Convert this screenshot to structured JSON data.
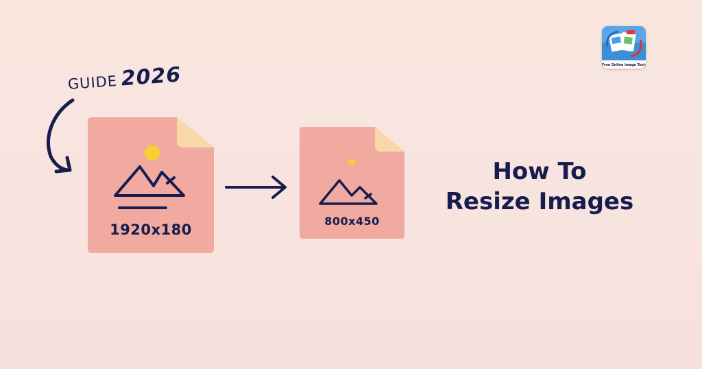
{
  "guide": {
    "word": "GUIDE",
    "year": "2026"
  },
  "files": {
    "original": {
      "dimensions": "1920x180"
    },
    "resized": {
      "dimensions": "800x450"
    }
  },
  "headline": {
    "line1": "How To",
    "line2": "Resize Images"
  },
  "logo": {
    "caption": "Free Online Image Tools"
  },
  "colors": {
    "background": "#f8e4df",
    "file_body": "#f0aaa0",
    "file_fold": "#f7d8a8",
    "sun": "#f7d02e",
    "ink": "#161c4e",
    "logo_blue": "#2a8ad8"
  },
  "icons": {
    "curved_arrow": "curved-arrow-icon",
    "right_arrow": "arrow-right-icon",
    "mountain": "mountain-image-icon",
    "sun": "sun-icon"
  }
}
